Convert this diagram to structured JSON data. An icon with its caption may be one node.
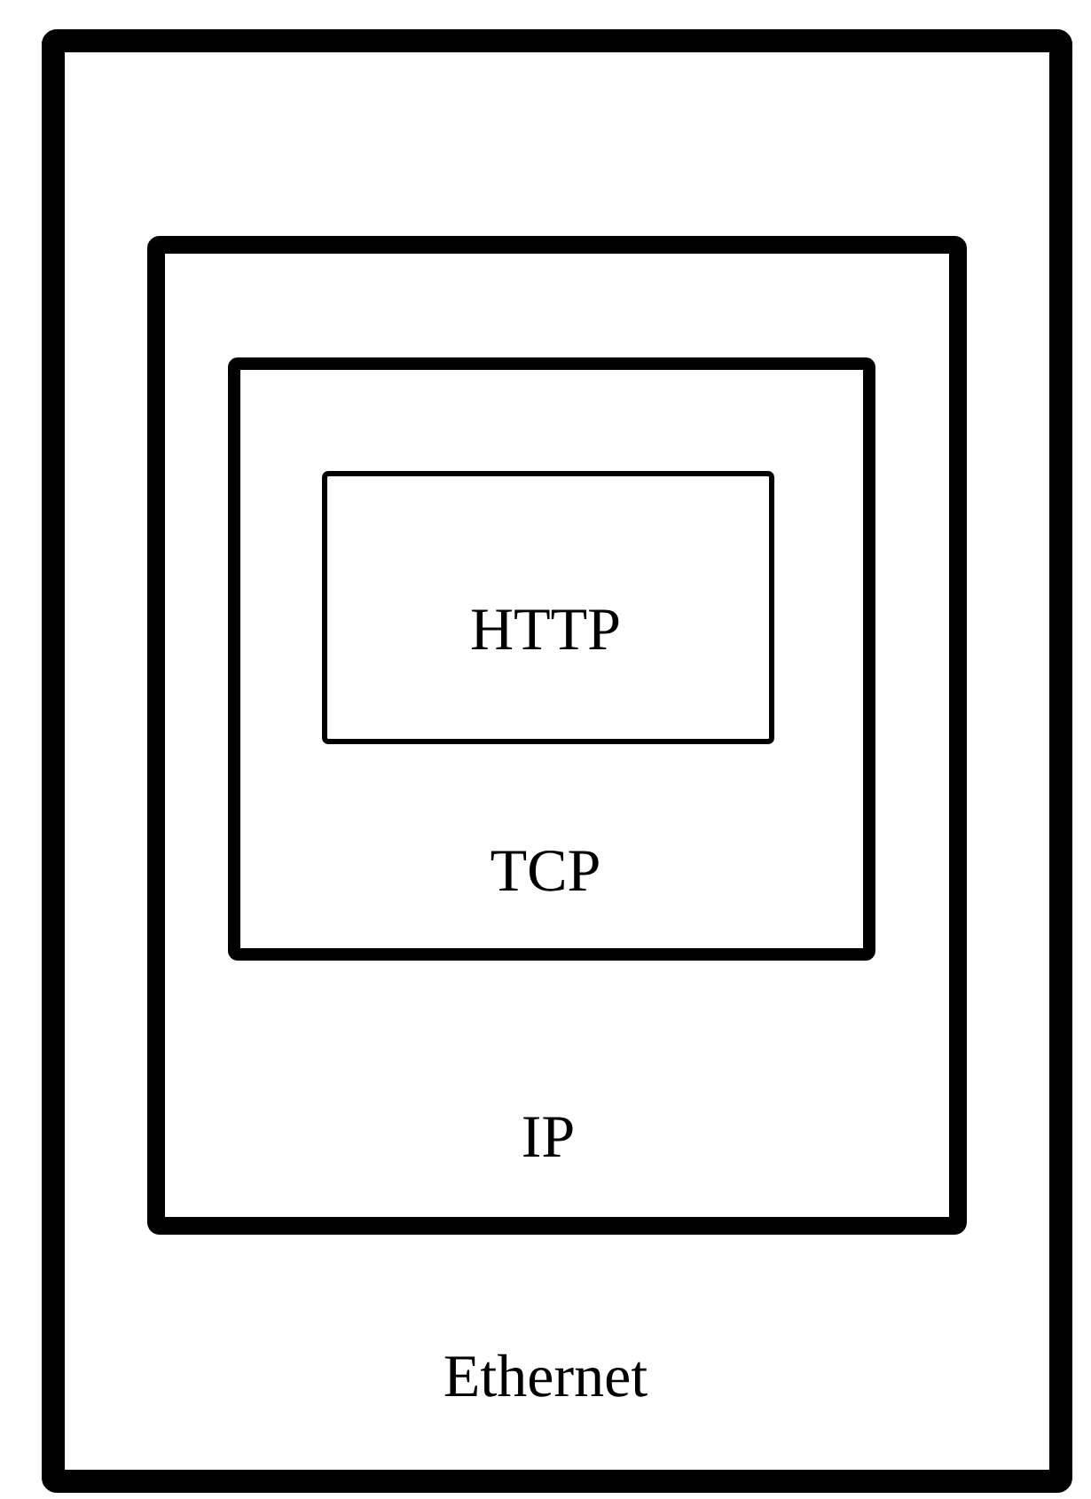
{
  "diagram": {
    "nodes": [
      {
        "text": [
          "Ethernet"
        ]
      },
      {
        "text": [
          "IP"
        ],
        "in": 0
      },
      {
        "text": [
          "TCP"
        ],
        "in": 1
      },
      {
        "text": [
          "HTTP"
        ],
        "in": 2
      }
    ]
  }
}
